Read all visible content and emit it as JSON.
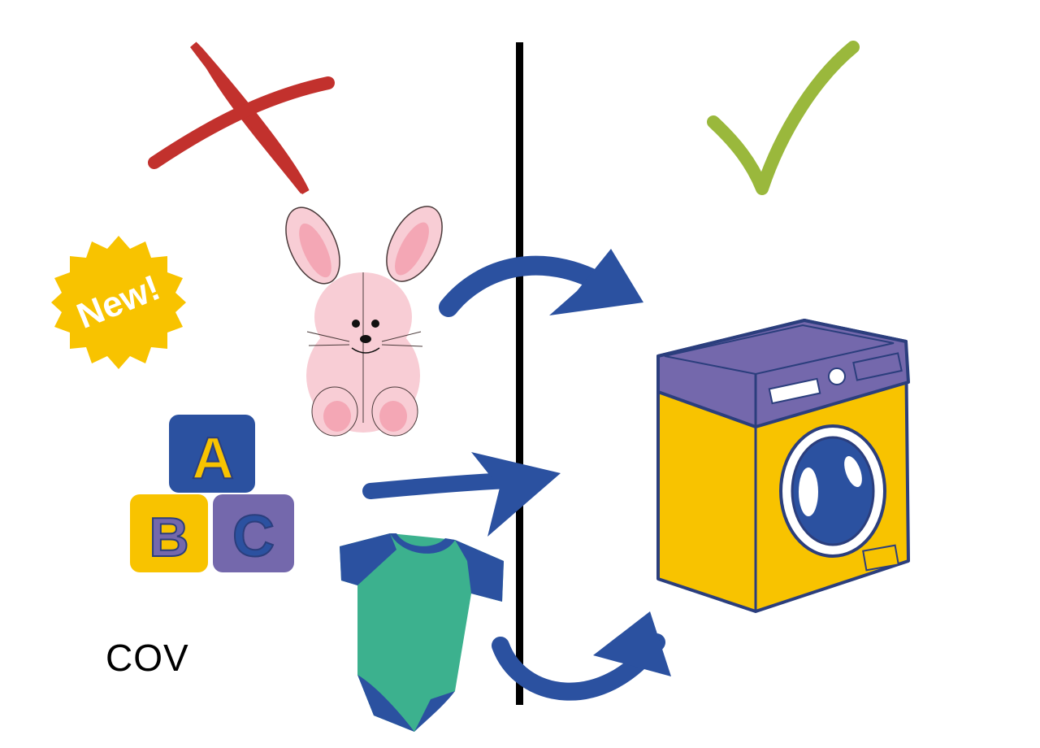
{
  "badge": {
    "text": "New!"
  },
  "blocks": [
    "A",
    "B",
    "C"
  ],
  "caption": "COV",
  "colors": {
    "x_mark": "#c2312d",
    "check_mark": "#9ab83c",
    "divider": "#000000",
    "arrow": "#2b51a0",
    "badge": "#f8c300",
    "bunny_body": "#f8cdd5",
    "bunny_inner": "#f4a7b5",
    "block_blue": "#2b51a0",
    "block_yellow": "#f8c300",
    "block_purple": "#7468ac",
    "bodysuit_green": "#3cb18e",
    "washer_body": "#f8c300",
    "washer_top": "#7468ac",
    "washer_outline": "#2b3e7d"
  },
  "icons": [
    "x-mark-icon",
    "check-mark-icon",
    "bunny-plush-icon",
    "abc-blocks-icon",
    "baby-bodysuit-icon",
    "washing-machine-icon",
    "arrow-icon"
  ]
}
